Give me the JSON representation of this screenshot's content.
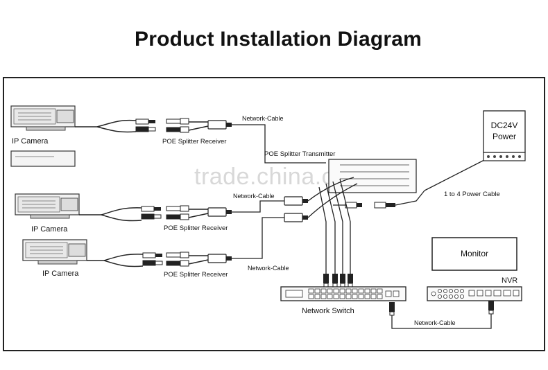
{
  "title": "Product Installation Diagram",
  "watermark": "trade.china.cn",
  "labels": {
    "ip_camera": "IP Camera",
    "poe_receiver": "POE Splitter Receiver",
    "poe_transmitter": "POE Splitter Transmitter",
    "network_cable": "Network-Cable",
    "network_cable_receiver": "Network-Cable",
    "power_line1": "DC24V",
    "power_line2": "Power",
    "power_cable": "1 to 4 Power Cable",
    "monitor": "Monitor",
    "nvr": "NVR",
    "network_switch": "Network Switch"
  }
}
